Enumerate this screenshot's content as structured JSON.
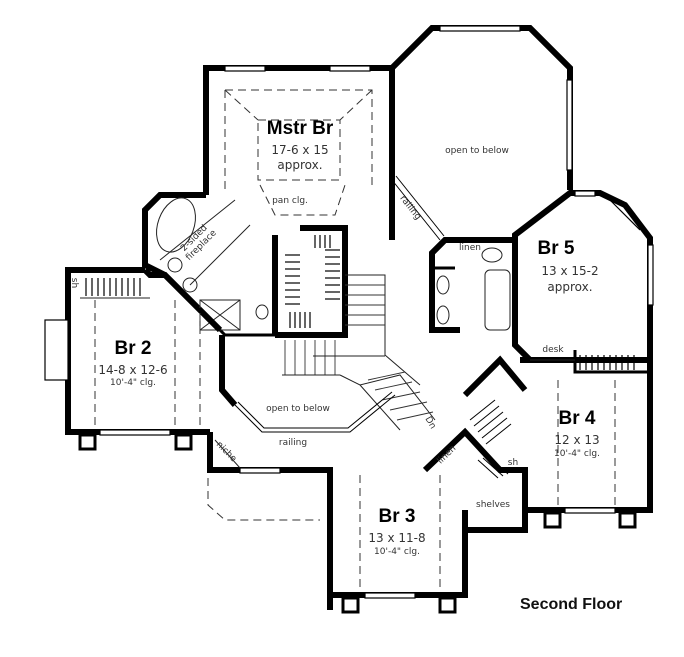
{
  "title": "Second Floor",
  "rooms": {
    "master": {
      "name": "Mstr Br",
      "dim": "17-6 x 15",
      "note": "approx.",
      "ceiling": "pan clg."
    },
    "br2": {
      "name": "Br 2",
      "dim": "14-8 x 12-6",
      "ceiling": "10'-4\" clg."
    },
    "br3": {
      "name": "Br 3",
      "dim": "13 x 11-8",
      "ceiling": "10'-4\" clg."
    },
    "br4": {
      "name": "Br 4",
      "dim": "12 x 13",
      "ceiling": "10'-4\" clg."
    },
    "br5": {
      "name": "Br 5",
      "dim": "13 x 15-2",
      "note": "approx."
    }
  },
  "labels": {
    "open_to_below_top": "open to below",
    "open_to_below_center": "open to below",
    "railing_center": "railing",
    "railing_diag": "railing",
    "fireplace": "2-sided fireplace",
    "linen_br5": "linen",
    "linen_hall": "linen",
    "desk": "desk",
    "shelves": "shelves",
    "niche": "niche",
    "stair_dn": "Dn",
    "sh_br2": "sh",
    "sh_br4": "sh"
  }
}
